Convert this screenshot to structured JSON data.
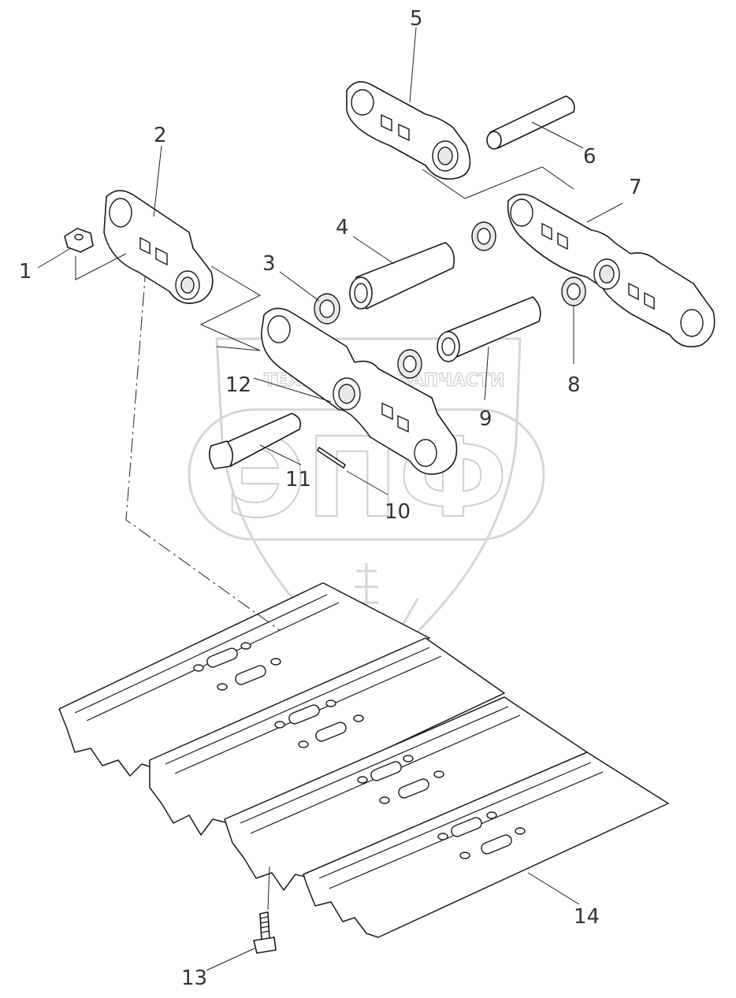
{
  "watermark": {
    "top_text_left": "ТЕХНИКА",
    "top_text_right": "ЗАПЧАСТИ",
    "logo_letters": "ЭПФ"
  },
  "callouts": [
    {
      "id": "1",
      "label": "1"
    },
    {
      "id": "2",
      "label": "2"
    },
    {
      "id": "3",
      "label": "3"
    },
    {
      "id": "4",
      "label": "4"
    },
    {
      "id": "5",
      "label": "5"
    },
    {
      "id": "6",
      "label": "6"
    },
    {
      "id": "7",
      "label": "7"
    },
    {
      "id": "8",
      "label": "8"
    },
    {
      "id": "9",
      "label": "9"
    },
    {
      "id": "10",
      "label": "10"
    },
    {
      "id": "11",
      "label": "11"
    },
    {
      "id": "12",
      "label": "12"
    },
    {
      "id": "13",
      "label": "13"
    },
    {
      "id": "14",
      "label": "14"
    }
  ]
}
